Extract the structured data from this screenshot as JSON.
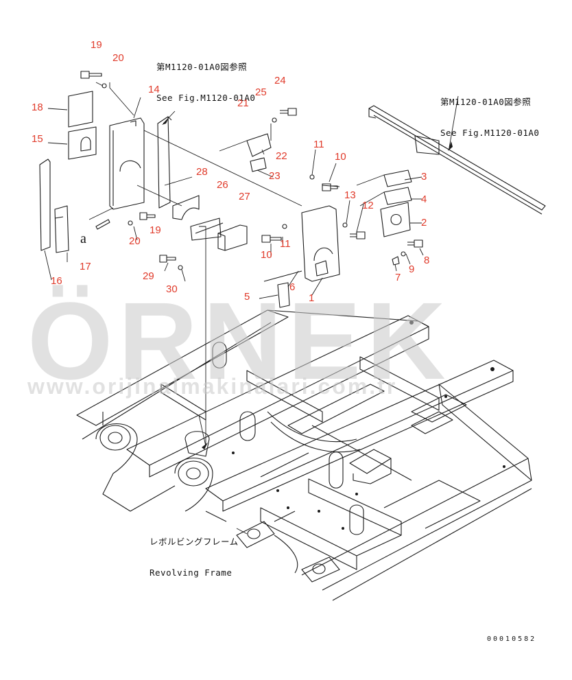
{
  "references": {
    "top_center": {
      "line1": "第M1120-01A0図参照",
      "line2": "See Fig.M1120-01A0"
    },
    "top_right": {
      "line1": "第M1120-01A0図参照",
      "line2": "See Fig.M1120-01A0"
    }
  },
  "frame_label": {
    "ja": "レボルビングフレーム",
    "en": "Revolving Frame"
  },
  "detail_marker": "a",
  "drawing_code": "00010582",
  "watermark": {
    "main": "ÖRNEK",
    "url": "www.orijinalmakinalari.com.tr"
  },
  "callouts": {
    "c1": "1",
    "c2": "2",
    "c3": "3",
    "c4": "4",
    "c5": "5",
    "c6": "6",
    "c7": "7",
    "c8": "8",
    "c9": "9",
    "c10a": "10",
    "c10b": "10",
    "c11a": "11",
    "c11b": "11",
    "c12": "12",
    "c13": "13",
    "c14": "14",
    "c15": "15",
    "c16": "16",
    "c17": "17",
    "c18": "18",
    "c19a": "19",
    "c19b": "19",
    "c20a": "20",
    "c20b": "20",
    "c21": "21",
    "c22": "22",
    "c23": "23",
    "c24": "24",
    "c25": "25",
    "c26": "26",
    "c27": "27",
    "c28": "28",
    "c29": "29",
    "c30": "30"
  },
  "colors": {
    "callout_red": "#e03a2a",
    "callout_black": "#111111",
    "line": "#1a1a1a",
    "watermark": "#c9c9c9"
  }
}
